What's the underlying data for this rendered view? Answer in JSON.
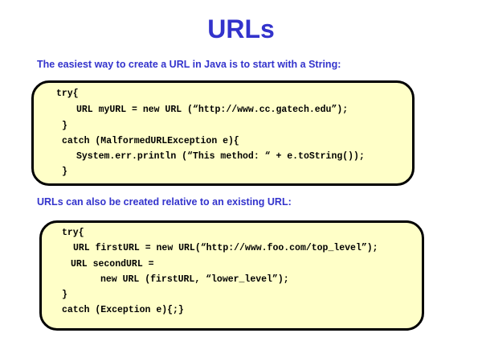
{
  "title": "URLs",
  "intro1": "The easiest way to create a URL in Java is to start with a String:",
  "code1": [
    "try{",
    "URL myURL = new URL (“http://www.cc.gatech.edu”);",
    "}",
    "catch (MalformedURLException e){",
    "System.err.println (“This method: “ + e.toString());",
    "}"
  ],
  "intro2": "URLs can also be created relative to an existing URL:",
  "code2": [
    "try{",
    "URL firstURL = new URL(“http://www.foo.com/top_level”);",
    "URL secondURL =",
    "new URL (firstURL, “lower_level”);",
    "}",
    "catch (Exception e){;}"
  ]
}
